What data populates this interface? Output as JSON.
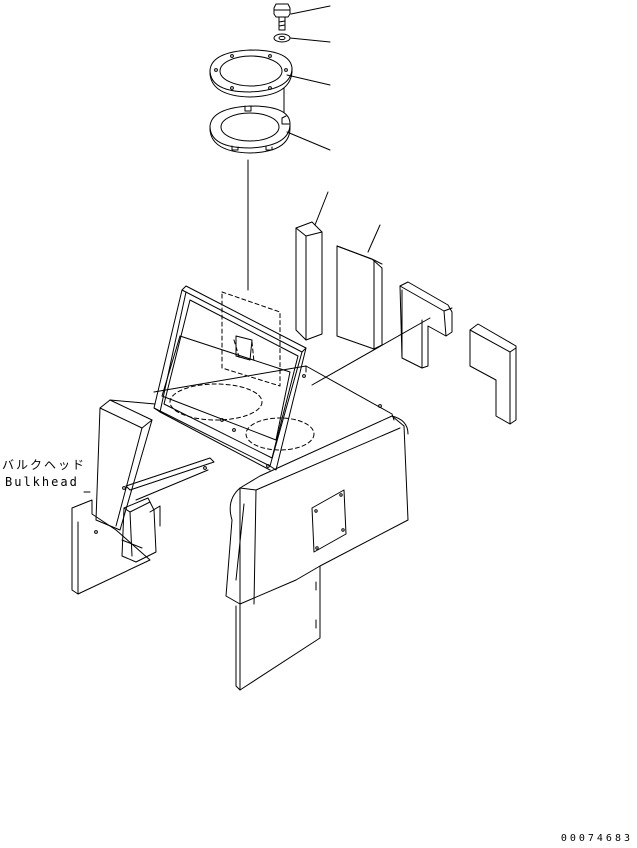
{
  "callout": {
    "label_jp": "バルクヘッド",
    "label_en": "Bulkhead"
  },
  "document": {
    "number": "00074683"
  },
  "colors": {
    "line": "#000000",
    "background": "#ffffff"
  }
}
